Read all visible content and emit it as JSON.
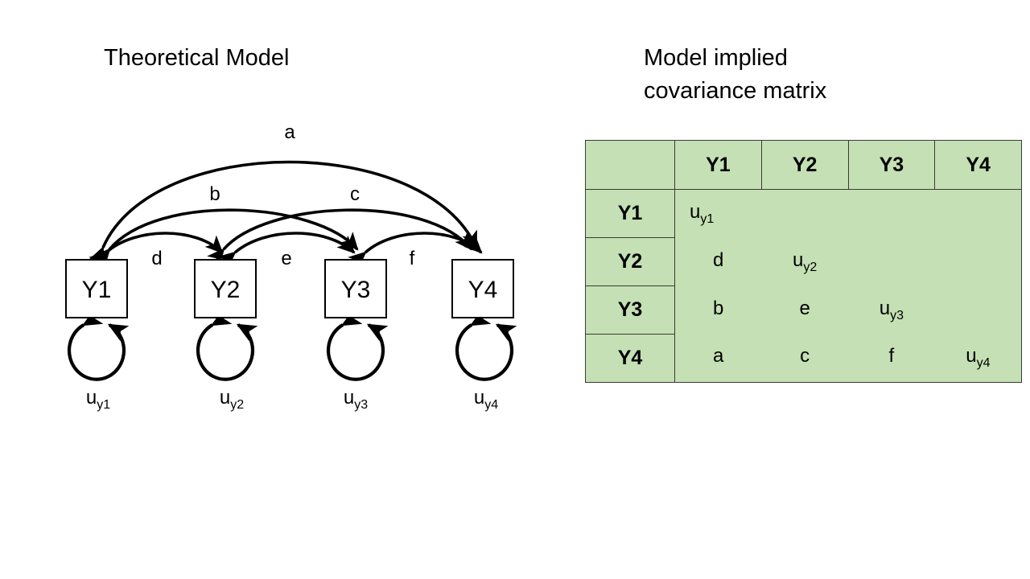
{
  "left_panel": {
    "title": "Theoretical Model",
    "nodes": [
      {
        "id": "Y1",
        "label": "Y1"
      },
      {
        "id": "Y2",
        "label": "Y2"
      },
      {
        "id": "Y3",
        "label": "Y3"
      },
      {
        "id": "Y4",
        "label": "Y4"
      }
    ],
    "covariance_arcs": [
      {
        "label": "a",
        "from": "Y1",
        "to": "Y4",
        "arrow": "double"
      },
      {
        "label": "b",
        "from": "Y1",
        "to": "Y3",
        "arrow": "double"
      },
      {
        "label": "c",
        "from": "Y2",
        "to": "Y4",
        "arrow": "double"
      },
      {
        "label": "d",
        "from": "Y1",
        "to": "Y2",
        "arrow": "double"
      },
      {
        "label": "e",
        "from": "Y2",
        "to": "Y3",
        "arrow": "double"
      },
      {
        "label": "f",
        "from": "Y3",
        "to": "Y4",
        "arrow": "double"
      }
    ],
    "residuals": [
      {
        "node": "Y1",
        "base": "u",
        "sub": "y1"
      },
      {
        "node": "Y2",
        "base": "u",
        "sub": "y2"
      },
      {
        "node": "Y3",
        "base": "u",
        "sub": "y3"
      },
      {
        "node": "Y4",
        "base": "u",
        "sub": "y4"
      }
    ]
  },
  "right_panel": {
    "title": "Model implied\ncovariance matrix",
    "table": {
      "corner_label": "",
      "columns": [
        "Y1",
        "Y2",
        "Y3",
        "Y4"
      ],
      "rows": [
        {
          "label": "Y1",
          "cells": [
            {
              "base": "u",
              "sub": "y1"
            },
            {
              "base": "",
              "sub": ""
            },
            {
              "base": "",
              "sub": ""
            },
            {
              "base": "",
              "sub": ""
            }
          ]
        },
        {
          "label": "Y2",
          "cells": [
            {
              "base": "d",
              "sub": ""
            },
            {
              "base": "u",
              "sub": "y2"
            },
            {
              "base": "",
              "sub": ""
            },
            {
              "base": "",
              "sub": ""
            }
          ]
        },
        {
          "label": "Y3",
          "cells": [
            {
              "base": "b",
              "sub": ""
            },
            {
              "base": "e",
              "sub": ""
            },
            {
              "base": "u",
              "sub": "y3"
            },
            {
              "base": "",
              "sub": ""
            }
          ]
        },
        {
          "label": "Y4",
          "cells": [
            {
              "base": "a",
              "sub": ""
            },
            {
              "base": "c",
              "sub": ""
            },
            {
              "base": "f",
              "sub": ""
            },
            {
              "base": "u",
              "sub": "y4"
            }
          ]
        }
      ]
    },
    "fill_color": "#c5e0b4",
    "border_color": "#3a3a3a"
  }
}
